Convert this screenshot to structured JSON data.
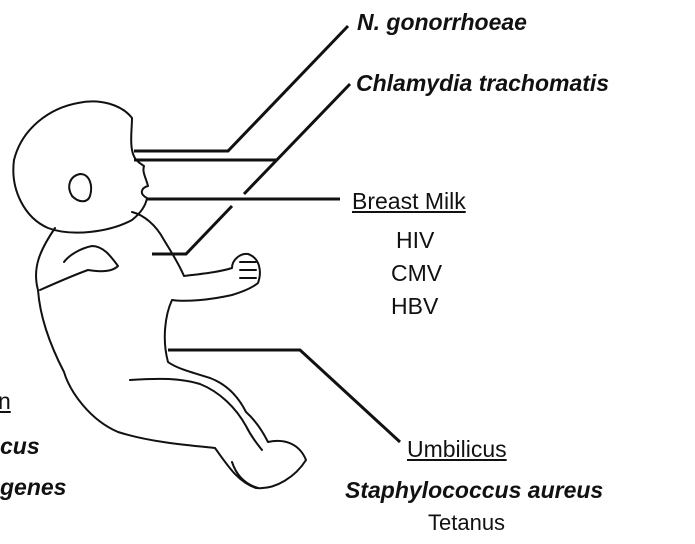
{
  "labels": {
    "gonorrhoeae": "N. gonorrhoeae",
    "chlamydia": "Chlamydia trachomatis",
    "breast_milk_heading": "Breast Milk",
    "breast_milk_items": [
      "HIV",
      "CMV",
      "HBV"
    ],
    "umbilicus_heading": "Umbilicus",
    "staph": "Staphylococcus aureus",
    "tetanus": "Tetanus",
    "left_partial": [
      "n",
      "cus",
      "genes"
    ]
  }
}
